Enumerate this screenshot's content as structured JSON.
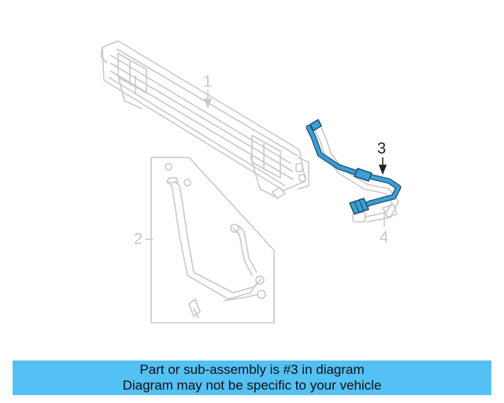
{
  "callouts": {
    "part1": "1",
    "part2": "2",
    "part3": "3",
    "part4": "4"
  },
  "colors": {
    "highlight": "#3a9fd6",
    "ghost": "#c8c8c8",
    "banner": "#54c1f5"
  },
  "banner": {
    "line1": "Part or sub-assembly is #3 in diagram",
    "line2": "Diagram may not be specific to your vehicle"
  }
}
